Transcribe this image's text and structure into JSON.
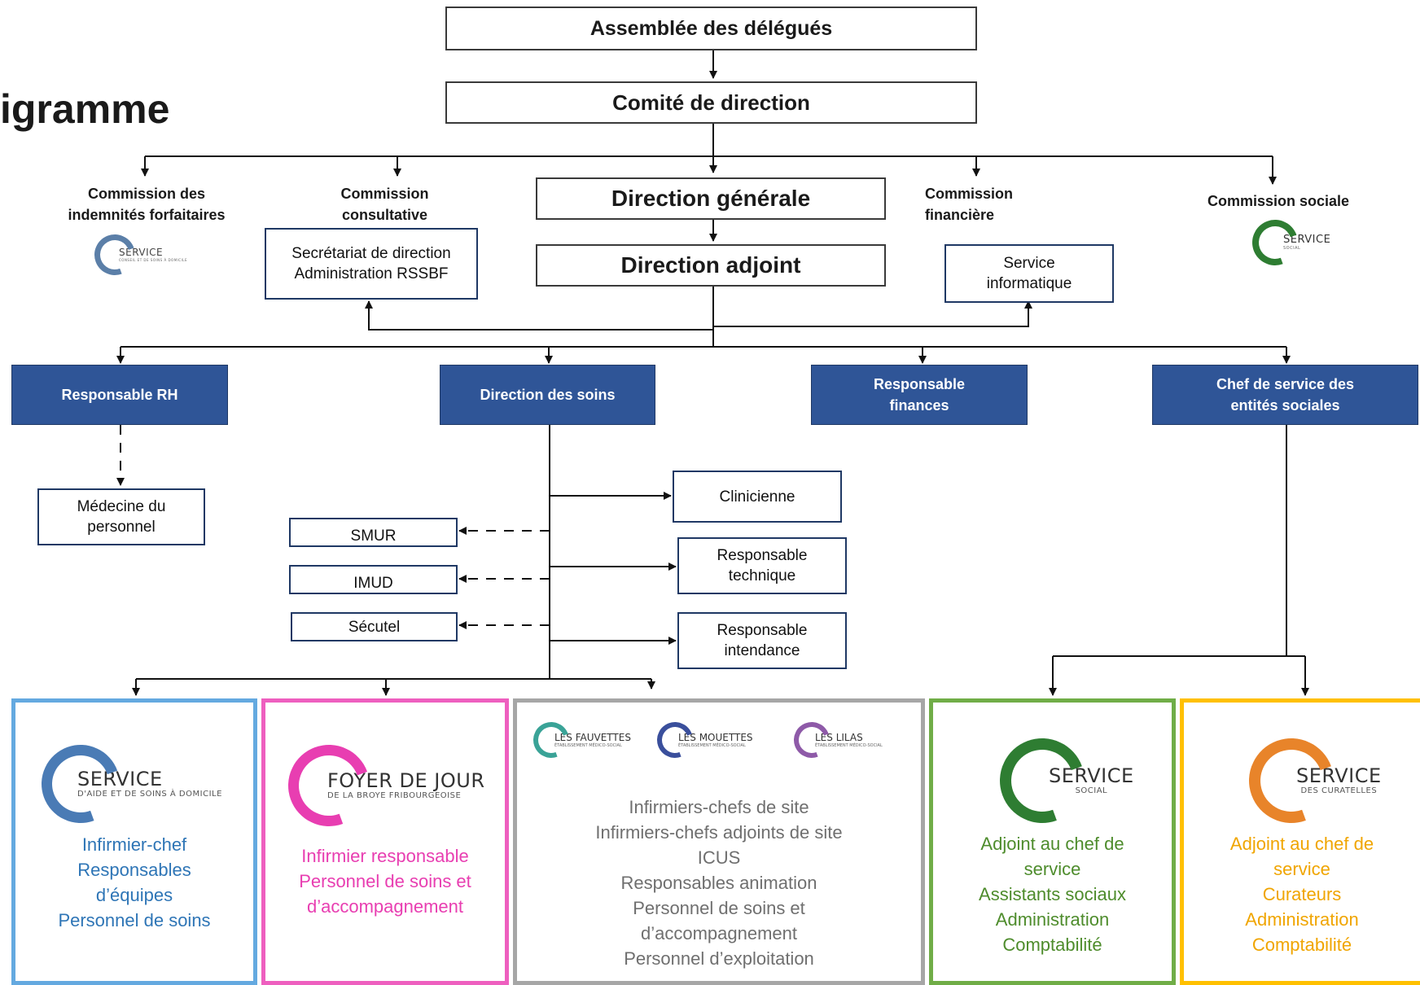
{
  "title": "igramme",
  "top": {
    "assembly": "Assemblée des délégués",
    "committee": "Comité de direction",
    "general": "Direction générale",
    "deputy": "Direction adjoint"
  },
  "commissions": {
    "indemnities": [
      "Commission des",
      "indemnités forfaitaires"
    ],
    "consultative": [
      "Commission",
      "consultative"
    ],
    "financial": [
      "Commission",
      "financière"
    ],
    "social": "Commission sociale"
  },
  "staff": {
    "secretariat": [
      "Secrétariat de direction",
      "Administration RSSBF"
    ],
    "it": [
      "Service",
      "informatique"
    ]
  },
  "departments": {
    "hr": "Responsable RH",
    "care": "Direction des soins",
    "finance": [
      "Responsable",
      "finances"
    ],
    "social_head": [
      "Chef de service des",
      "entités sociales"
    ]
  },
  "sub_nodes": {
    "occupational": [
      "Médecine du",
      "personnel"
    ],
    "clinician": "Clinicienne",
    "technical": [
      "Responsable",
      "technique"
    ],
    "stewardship": [
      "Responsable",
      "intendance"
    ],
    "smur": "SMUR",
    "imud": "IMUD",
    "secutel": "Sécutel"
  },
  "logos": {
    "small_sad": {
      "main": "SERVICE",
      "sub": "CONSEIL ET DE SOINS À DOMICILE"
    },
    "small_social": {
      "main": "SERVICE",
      "sub": "SOCIAL"
    }
  },
  "units": [
    {
      "logo_main": "SERVICE",
      "logo_sub": "D'AIDE ET DE SOINS À DOMICILE",
      "lines": [
        "Infirmier-chef",
        "Responsables",
        "d’équipes",
        "Personnel de soins"
      ]
    },
    {
      "logo_main": "FOYER DE JOUR",
      "logo_sub": "DE LA BROYE FRIBOURGEOISE",
      "lines": [
        "Infirmier responsable",
        "Personnel de soins et",
        "d’accompagnement"
      ]
    },
    {
      "mini_logos": [
        {
          "main": "LES FAUVETTES",
          "sub": "ÉTABLISSEMENT MÉDICO-SOCIAL"
        },
        {
          "main": "LES MOUETTES",
          "sub": "ÉTABLISSEMENT MÉDICO-SOCIAL"
        },
        {
          "main": "LES LILAS",
          "sub": "ÉTABLISSEMENT MÉDICO-SOCIAL"
        }
      ],
      "lines": [
        "Infirmiers-chefs de site",
        "Infirmiers-chefs adjoints de site",
        "ICUS",
        "Responsables animation",
        "Personnel de soins et",
        "d’accompagnement",
        "Personnel d’exploitation"
      ]
    },
    {
      "logo_main": "SERVICE",
      "logo_sub": "SOCIAL",
      "lines": [
        "Adjoint au chef de",
        "service",
        "Assistants sociaux",
        "Administration",
        "Comptabilité"
      ]
    },
    {
      "logo_main": "SERVICE",
      "logo_sub": "DES CURATELLES",
      "lines": [
        "Adjoint au chef de",
        "service",
        "Curateurs",
        "Administration",
        "Comptabilité"
      ]
    }
  ],
  "colors": {
    "blue_frame": "#64a9e0",
    "pink_frame": "#ee5fbf",
    "grey_frame": "#a6a6a6",
    "green_frame": "#70ad47",
    "yellow_frame": "#ffc000",
    "dept_fill": "#2f5597",
    "blue_text": "#2e75b6",
    "pink_text": "#e83eb1",
    "grey_text": "#6f6f6f",
    "green_text": "#4e8c2c",
    "yellow_text": "#f0a500"
  }
}
